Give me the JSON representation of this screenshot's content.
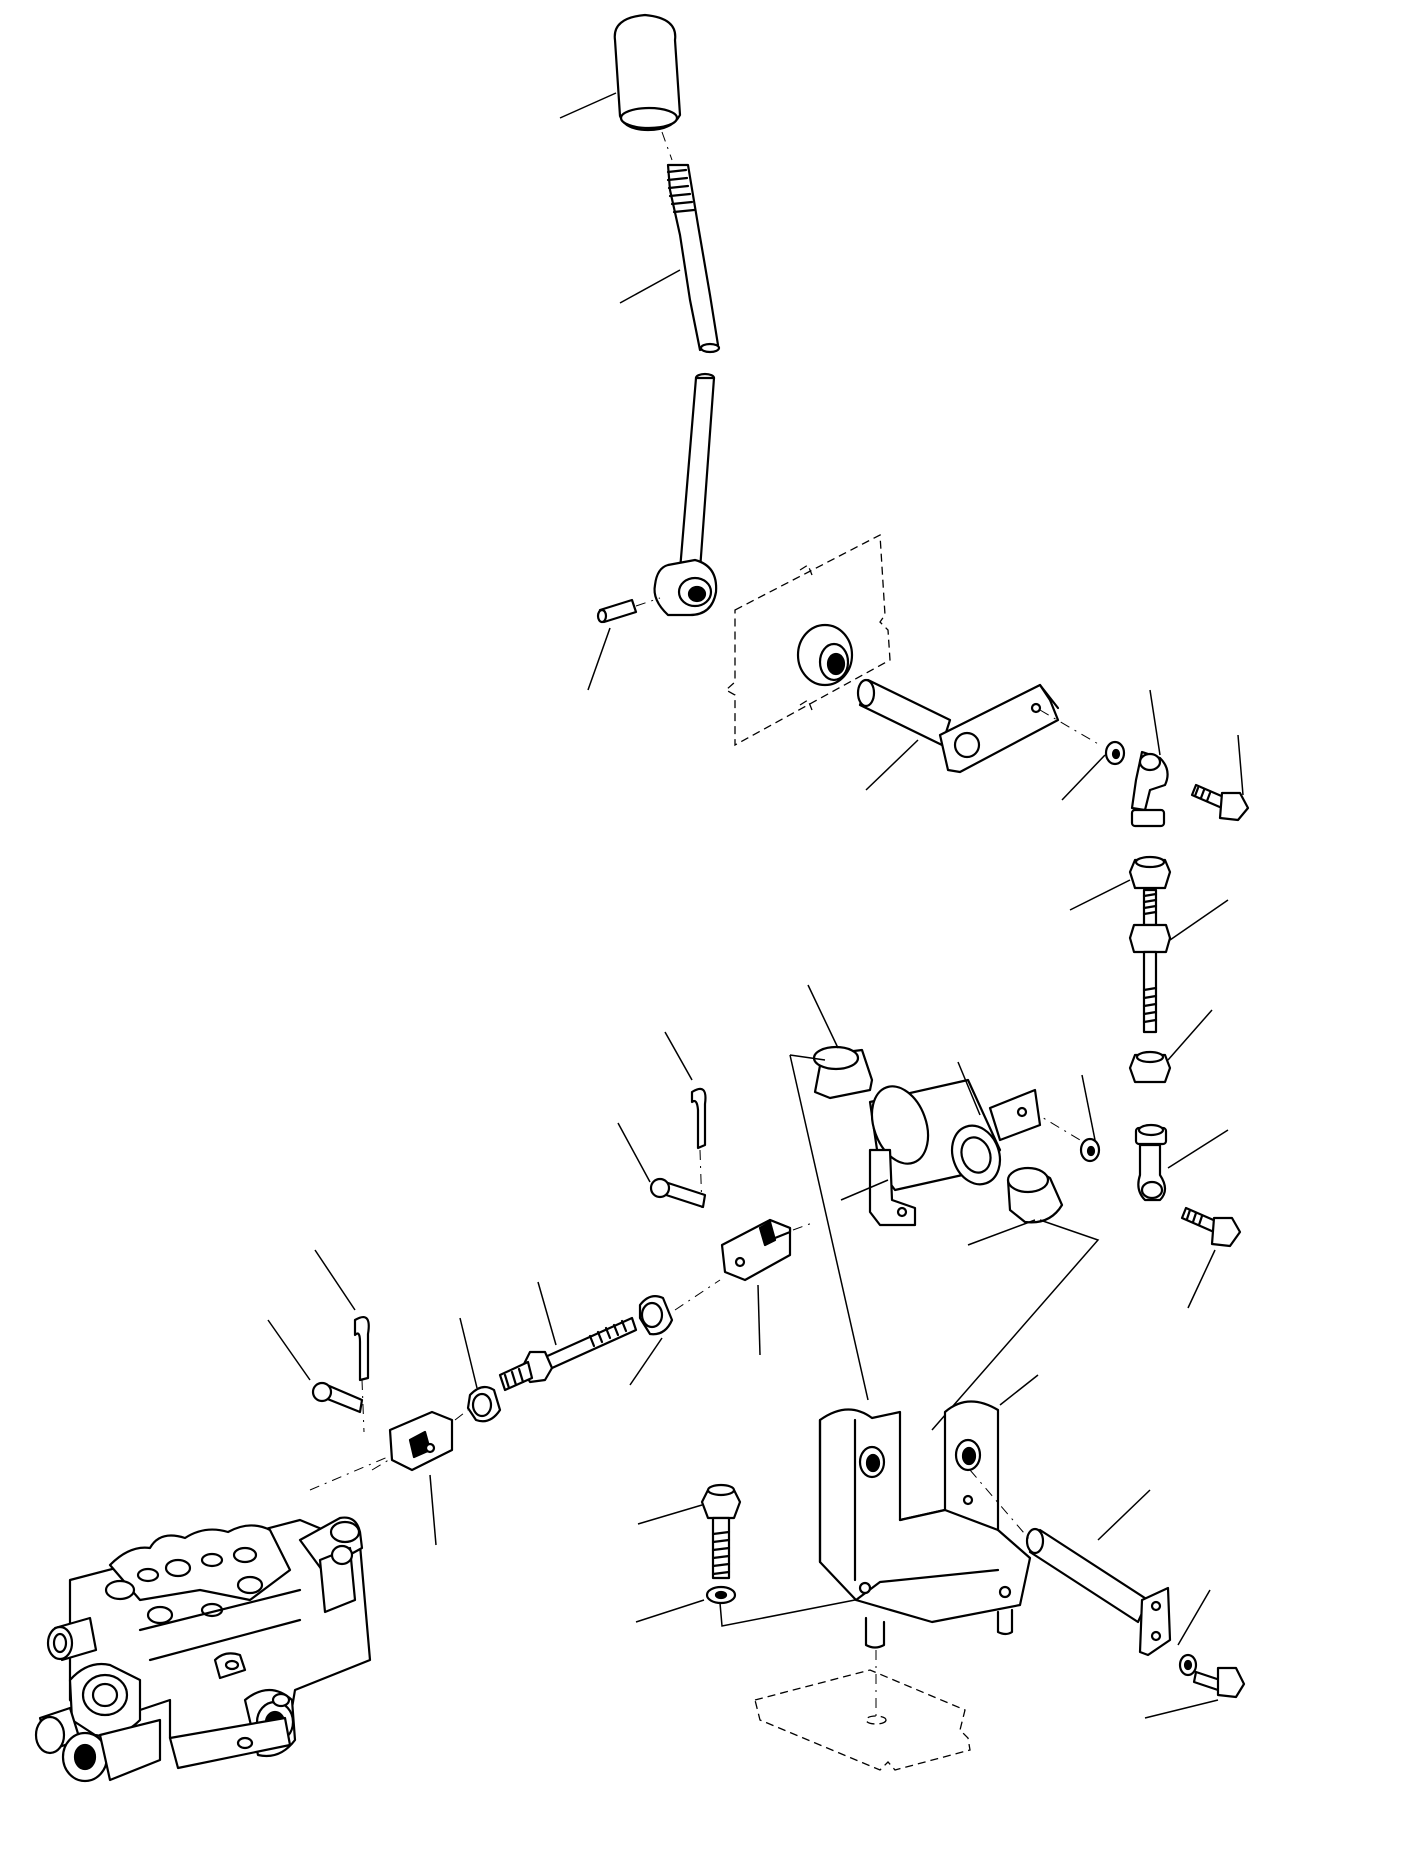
{
  "diagram": {
    "parts": [
      {
        "name": "lever-knob"
      },
      {
        "name": "control-lever"
      },
      {
        "name": "spring-pin"
      },
      {
        "name": "bushing"
      },
      {
        "name": "lever-shaft"
      },
      {
        "name": "washer"
      },
      {
        "name": "ball-joint"
      },
      {
        "name": "bolt"
      },
      {
        "name": "nut"
      },
      {
        "name": "threaded-rod"
      },
      {
        "name": "bushing"
      },
      {
        "name": "bell-crank"
      },
      {
        "name": "washer"
      },
      {
        "name": "ball-joint"
      },
      {
        "name": "bolt"
      },
      {
        "name": "cotter-pin"
      },
      {
        "name": "clevis-pin"
      },
      {
        "name": "clevis"
      },
      {
        "name": "nut"
      },
      {
        "name": "adjusting-rod"
      },
      {
        "name": "nut"
      },
      {
        "name": "cotter-pin"
      },
      {
        "name": "clevis-pin"
      },
      {
        "name": "clevis"
      },
      {
        "name": "bracket"
      },
      {
        "name": "pivot-shaft"
      },
      {
        "name": "bolt"
      },
      {
        "name": "washer"
      },
      {
        "name": "washer"
      },
      {
        "name": "bolt"
      },
      {
        "name": "control-valve"
      }
    ]
  }
}
